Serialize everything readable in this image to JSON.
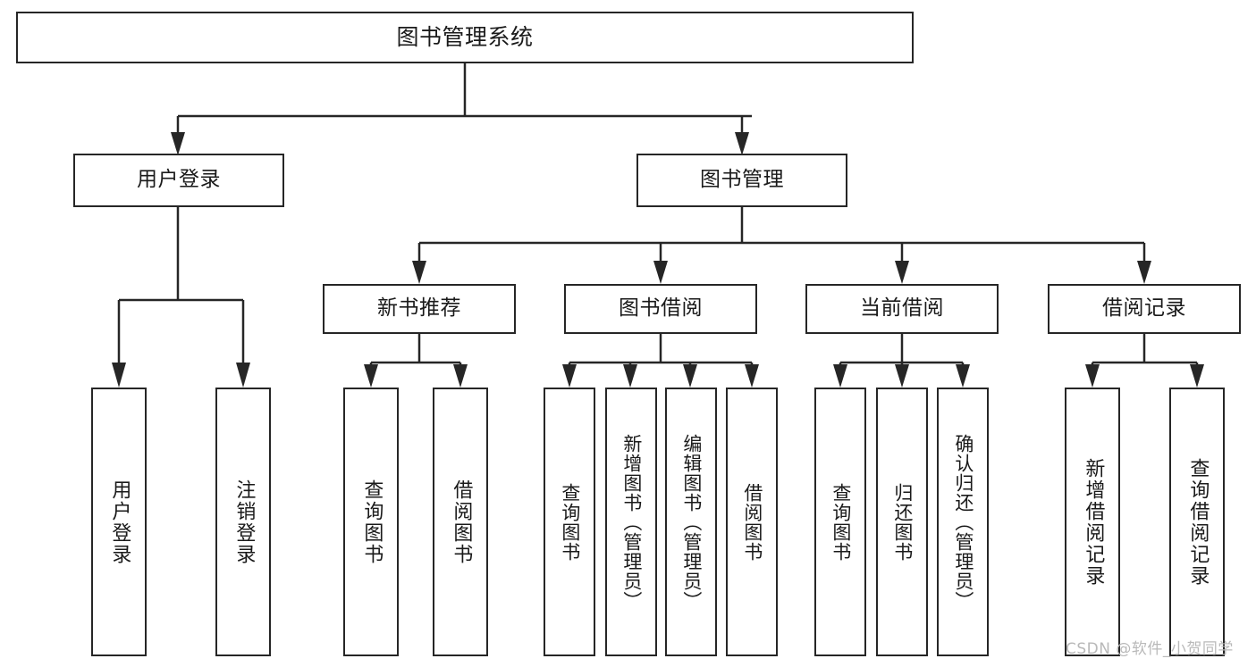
{
  "diagram": {
    "type": "tree-hierarchy-chart",
    "title": "图书管理系统",
    "level2": [
      {
        "id": "user-login",
        "label": "用户登录"
      },
      {
        "id": "book-management",
        "label": "图书管理"
      }
    ],
    "level3": [
      {
        "id": "new-book-recommendation",
        "label": "新书推荐"
      },
      {
        "id": "book-borrowing",
        "label": "图书借阅"
      },
      {
        "id": "current-borrowing",
        "label": "当前借阅"
      },
      {
        "id": "borrowing-records",
        "label": "借阅记录"
      }
    ],
    "leaves": {
      "user_login": [
        {
          "id": "leaf-user-login",
          "label": "用户登录"
        },
        {
          "id": "leaf-logout",
          "label": "注销登录"
        }
      ],
      "new_book_recommendation": [
        {
          "id": "leaf-query-books-1",
          "label": "查询图书"
        },
        {
          "id": "leaf-borrow-books-1",
          "label": "借阅图书"
        }
      ],
      "book_borrowing": [
        {
          "id": "leaf-query-books-2",
          "label": "查询图书"
        },
        {
          "id": "leaf-add-book-admin",
          "label": "新增图书（管理员）"
        },
        {
          "id": "leaf-edit-book-admin",
          "label": "编辑图书（管理员）"
        },
        {
          "id": "leaf-borrow-books-2",
          "label": "借阅图书"
        }
      ],
      "current_borrowing": [
        {
          "id": "leaf-query-books-3",
          "label": "查询图书"
        },
        {
          "id": "leaf-return-books",
          "label": "归还图书"
        },
        {
          "id": "leaf-confirm-return-admin",
          "label": "确认归还（管理员）"
        }
      ],
      "borrowing_records": [
        {
          "id": "leaf-add-record",
          "label": "新增借阅记录"
        },
        {
          "id": "leaf-query-record",
          "label": "查询借阅记录"
        }
      ]
    }
  },
  "watermark": {
    "text": "CSDN @软件_小贺同学"
  },
  "colors": {
    "stroke": "#262626",
    "background": "#ffffff",
    "text": "#1a1a1a",
    "watermark": "#b9b9b9"
  }
}
